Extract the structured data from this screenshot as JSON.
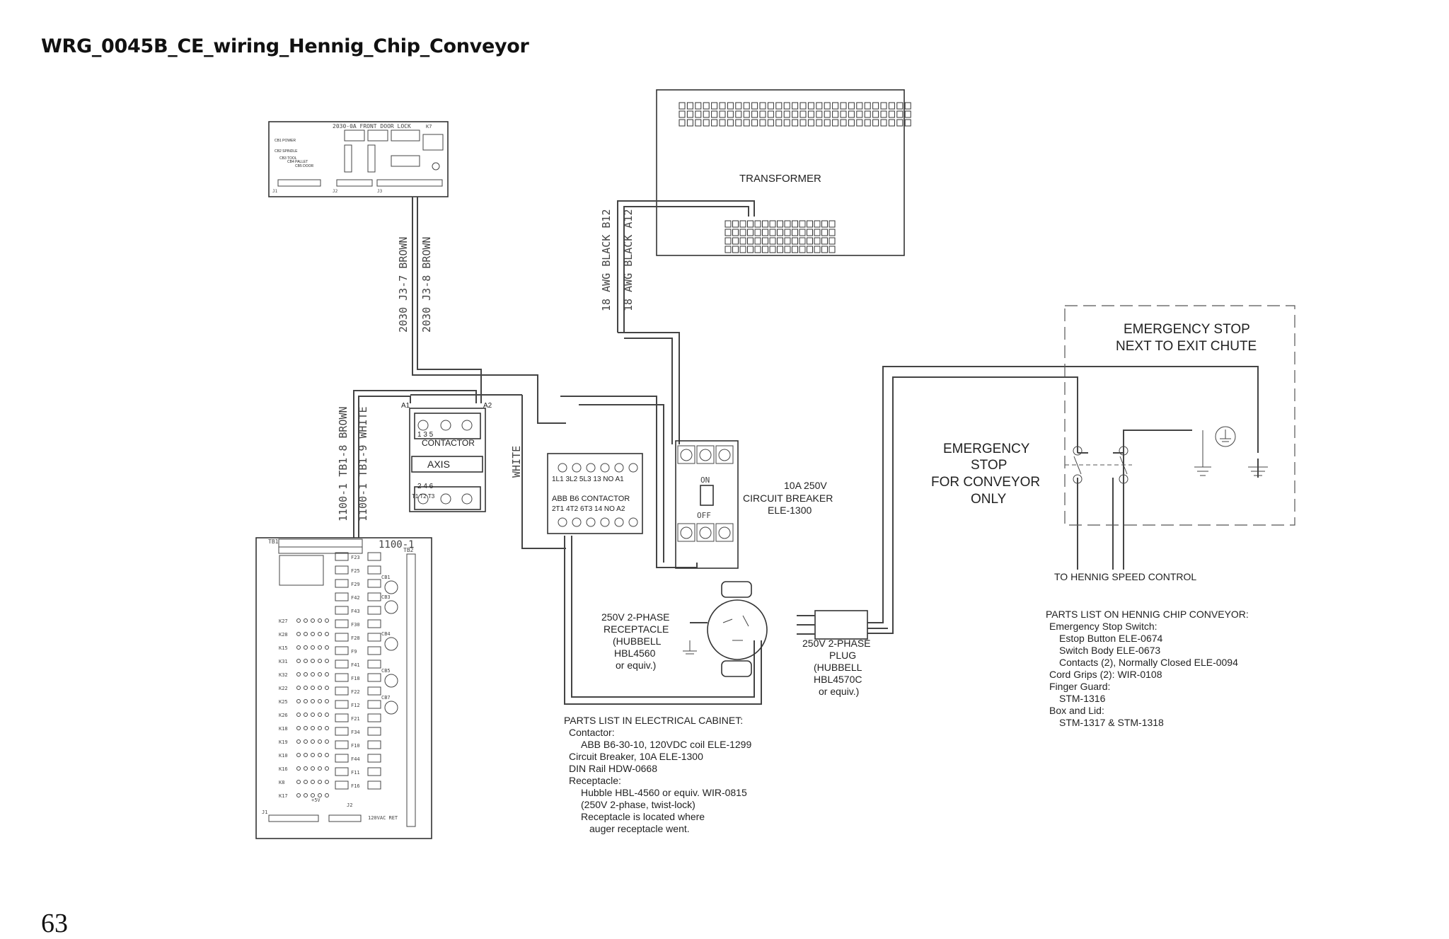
{
  "document": {
    "title": "WRG_0045B_CE_wiring_Hennig_Chip_Conveyor",
    "page_number": "63"
  },
  "board_2030": {
    "title": "2030-0A FRONT DOOR LOCK",
    "k_label": "K7",
    "connector_j1": "J1",
    "connector_j2": "J2",
    "connector_j3": "J3"
  },
  "transformer": {
    "label": "TRANSFORMER"
  },
  "wire_labels": {
    "j3_7": "2030 J3-7 BROWN",
    "j3_8": "2030 J3-8 BROWN",
    "b12": "18 AWG BLACK B12",
    "a12": "18 AWG BLACK A12",
    "tb1_8": "1100-1 TB1-8 BROWN",
    "tb1_9": "1100-1 TB1-9 WHITE",
    "white": "WHITE"
  },
  "axis_contactor": {
    "a1": "A1",
    "a2": "A2",
    "top_terminals": "1   3   5",
    "label": "CONTACTOR",
    "tag": "AXIS",
    "bottom_terminals": "2   4   6",
    "t_terminals": "T1  T2  T3"
  },
  "abb_contactor": {
    "top_row": "1L1  3L2  5L3  13 NO  A1",
    "label": "ABB  B6   CONTACTOR",
    "bottom_row": "2T1  4T2  6T3  14 NO  A2"
  },
  "circuit_breaker": {
    "on_label": "ON",
    "off_label": "OFF",
    "lines": [
      "10A 250V",
      "CIRCUIT BREAKER",
      "ELE-1300"
    ]
  },
  "receptacle": {
    "lines": [
      "250V 2-PHASE",
      "RECEPTACLE",
      "(HUBBELL",
      "HBL4560",
      "or equiv.)"
    ]
  },
  "plug": {
    "lines": [
      "250V 2-PHASE",
      "PLUG",
      "(HUBBELL",
      "HBL4570C",
      "or equiv.)"
    ]
  },
  "estop_conveyor": {
    "lines": [
      "EMERGENCY",
      "STOP",
      "FOR CONVEYOR",
      "ONLY"
    ]
  },
  "estop_exit_chute": {
    "lines": [
      "EMERGENCY STOP",
      "NEXT TO EXIT CHUTE"
    ]
  },
  "hennig_speed_control": {
    "label": "TO HENNIG SPEED CONTROL"
  },
  "board_1100": {
    "title": "1100-1",
    "tb1": "TB1",
    "tb2": "TB2",
    "k_left": [
      "K27",
      "K28",
      "K15",
      "K31",
      "K32",
      "K22",
      "K25",
      "K26",
      "K18",
      "K19",
      "K10",
      "K16",
      "K8",
      "K17"
    ],
    "fuses": [
      "F23",
      "F25",
      "F29",
      "F42",
      "F43",
      "F30",
      "F28",
      "F9",
      "F41",
      "F18",
      "F22",
      "F12",
      "F21",
      "F34",
      "F10",
      "F44",
      "F11",
      "F16"
    ],
    "cb": [
      "CB1",
      "CB3",
      "CB4",
      "CB5",
      "CB7"
    ],
    "bottom_left": "J1",
    "bottom_j2": "J2",
    "bottom_right": "120VAC RET",
    "plus5v": "+5V"
  },
  "parts_electrical_cabinet": {
    "heading": "PARTS LIST IN ELECTRICAL CABINET:",
    "lines": [
      "Contactor:",
      "ABB B6-30-10, 120VDC coil  ELE-1299",
      "Circuit Breaker, 10A  ELE-1300",
      "DIN Rail  HDW-0668",
      "Receptacle:",
      "Hubble HBL-4560 or equiv.  WIR-0815",
      "(250V 2-phase, twist-lock)",
      "Receptacle is located where",
      "auger receptacle went."
    ]
  },
  "parts_hennig": {
    "heading": "PARTS LIST ON HENNIG CHIP CONVEYOR:",
    "lines": [
      "Emergency Stop Switch:",
      "Estop Button  ELE-0674",
      "Switch Body  ELE-0673",
      "Contacts (2), Normally Closed  ELE-0094",
      "Cord Grips (2):  WIR-0108",
      "Finger Guard:",
      "STM-1316",
      "Box and Lid:",
      "STM-1317 &   STM-1318"
    ]
  }
}
